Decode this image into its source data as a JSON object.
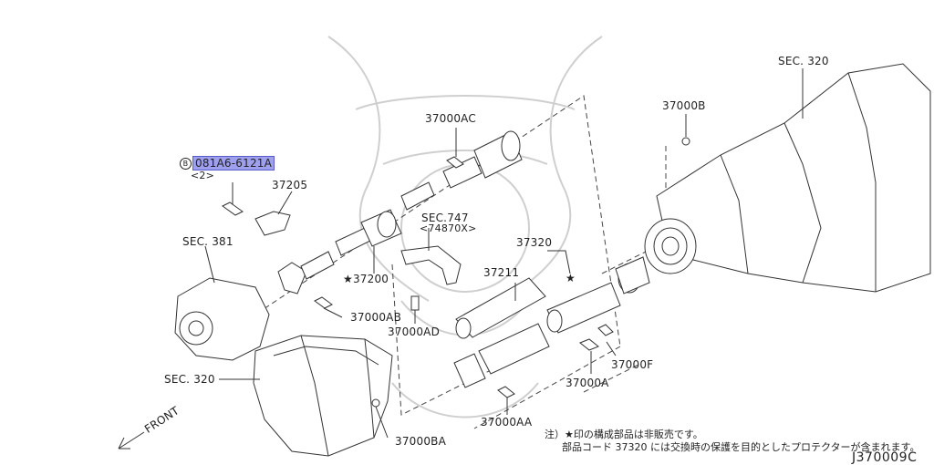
{
  "diagram": {
    "labels": {
      "highlighted_part": "081A6-6121A",
      "bolt_marker": "B",
      "qty": "<2>",
      "p37205": "37205",
      "sec381": "SEC. 381",
      "p37000AC": "37000AC",
      "sec747": "SEC.747",
      "sec747_sub": "<74870X>",
      "star37200": "★37200",
      "p37320": "37320",
      "p37211": "37211",
      "star": "★",
      "p37000AB": "37000AB",
      "p37000AD": "37000AD",
      "sec320_top": "SEC. 320",
      "p37000B": "37000B",
      "sec320_left": "SEC. 320",
      "p37000F": "37000F",
      "p37000A": "37000A",
      "p37000AA": "37000AA",
      "p37000BA": "37000BA",
      "front": "FRONT"
    },
    "notes": {
      "line1": "注）★印の構成部品は非販売です。",
      "line2": "部品コード 37320 には交換時の保護を目的としたプロテクターが含まれます。"
    },
    "code": "J370009C"
  }
}
